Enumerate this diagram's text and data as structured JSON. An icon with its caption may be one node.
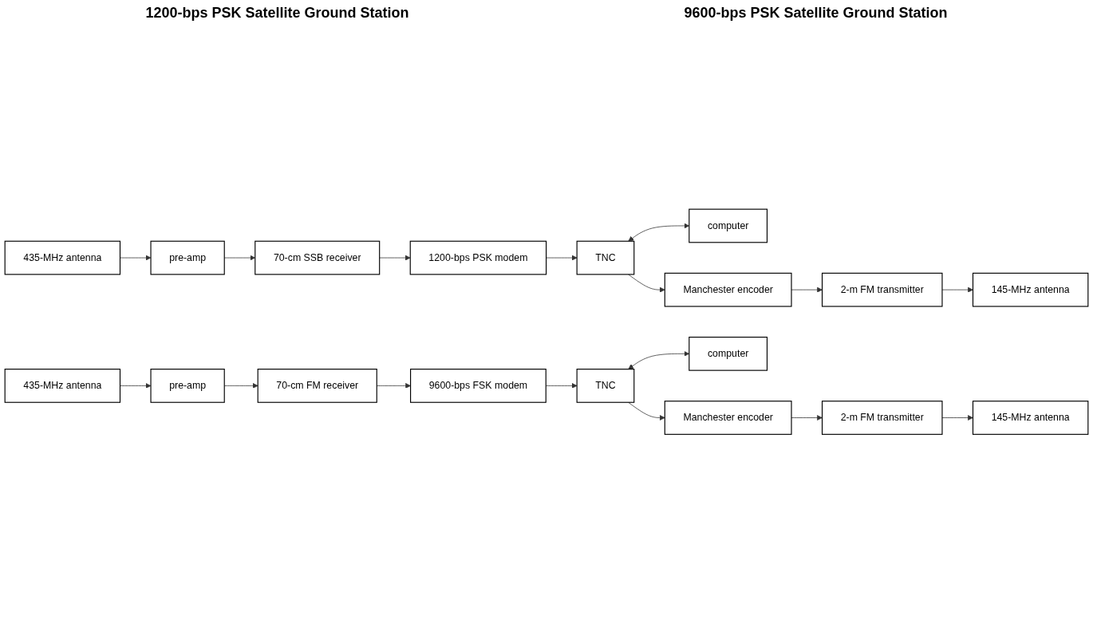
{
  "diagram": {
    "nodes": [
      {
        "text": [
          "435-MHz antenna"
        ]
      },
      {
        "text": [
          "pre-amp"
        ]
      },
      {
        "text": [
          "70-cm SSB receiver"
        ]
      },
      {
        "text": [
          "1200-bps PSK modem"
        ]
      },
      {
        "text": [
          "TNC"
        ]
      },
      {
        "text": [
          "computer"
        ]
      },
      {
        "text": [
          "Manchester encoder"
        ]
      },
      {
        "text": [
          "2-m FM transmitter"
        ]
      },
      {
        "text": [
          "145-MHz antenna"
        ]
      },
      {
        "text": [
          "435-MHz antenna"
        ]
      },
      {
        "text": [
          "pre-amp"
        ]
      },
      {
        "text": [
          "70-cm FM receiver"
        ]
      },
      {
        "text": [
          "9600-bps FSK modem"
        ]
      },
      {
        "text": [
          "TNC"
        ]
      },
      {
        "text": [
          "computer"
        ]
      },
      {
        "text": [
          "Manchester encoder"
        ]
      },
      {
        "text": [
          "2-m FM transmitter"
        ]
      },
      {
        "text": [
          "145-MHz antenna"
        ]
      }
    ],
    "edges": [
      {
        "from": 0,
        "to": 1,
        "arrow": "to"
      },
      {
        "from": 1,
        "to": 2,
        "arrow": "to"
      },
      {
        "from": 2,
        "to": 3,
        "arrow": "to"
      },
      {
        "from": 3,
        "to": 4,
        "arrow": "to"
      },
      {
        "from": 4,
        "to": 5,
        "arrow": "both"
      },
      {
        "from": 4,
        "to": 6,
        "arrow": "to"
      },
      {
        "from": 6,
        "to": 7,
        "arrow": "to"
      },
      {
        "from": 7,
        "to": 8,
        "arrow": "to"
      },
      {
        "from": 9,
        "to": 10,
        "arrow": "to"
      },
      {
        "from": 10,
        "to": 11,
        "arrow": "to"
      },
      {
        "from": 11,
        "to": 12,
        "arrow": "to"
      },
      {
        "from": 12,
        "to": 13,
        "arrow": "to"
      },
      {
        "from": 13,
        "to": 14,
        "arrow": "both"
      },
      {
        "from": 13,
        "to": 15,
        "arrow": "to"
      },
      {
        "from": 15,
        "to": 16,
        "arrow": "to"
      },
      {
        "from": 16,
        "to": 17,
        "arrow": "to"
      }
    ],
    "labels": [
      "1200-bps PSK Satellite Ground Station",
      "9600-bps PSK Satellite Ground Station"
    ]
  }
}
